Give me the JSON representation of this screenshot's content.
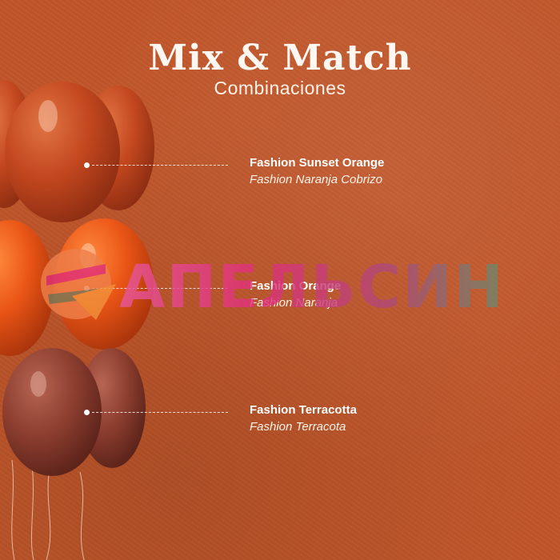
{
  "title": "Mix & Match",
  "subtitle": "Combinaciones",
  "colors": {
    "background": "#c1562a",
    "sunset_orange": "#c4481f",
    "orange": "#e6561a",
    "terracotta": "#8e3f30"
  },
  "entries": [
    {
      "name": "Fashion Sunset Orange",
      "translation": "Fashion Naranja Cobrizo"
    },
    {
      "name": "Fashion Orange",
      "translation": "Fashion Naranja"
    },
    {
      "name": "Fashion Terracotta",
      "translation": "Fashion Terracota"
    }
  ],
  "watermark": {
    "text": "АПЕЛЬСИН"
  }
}
